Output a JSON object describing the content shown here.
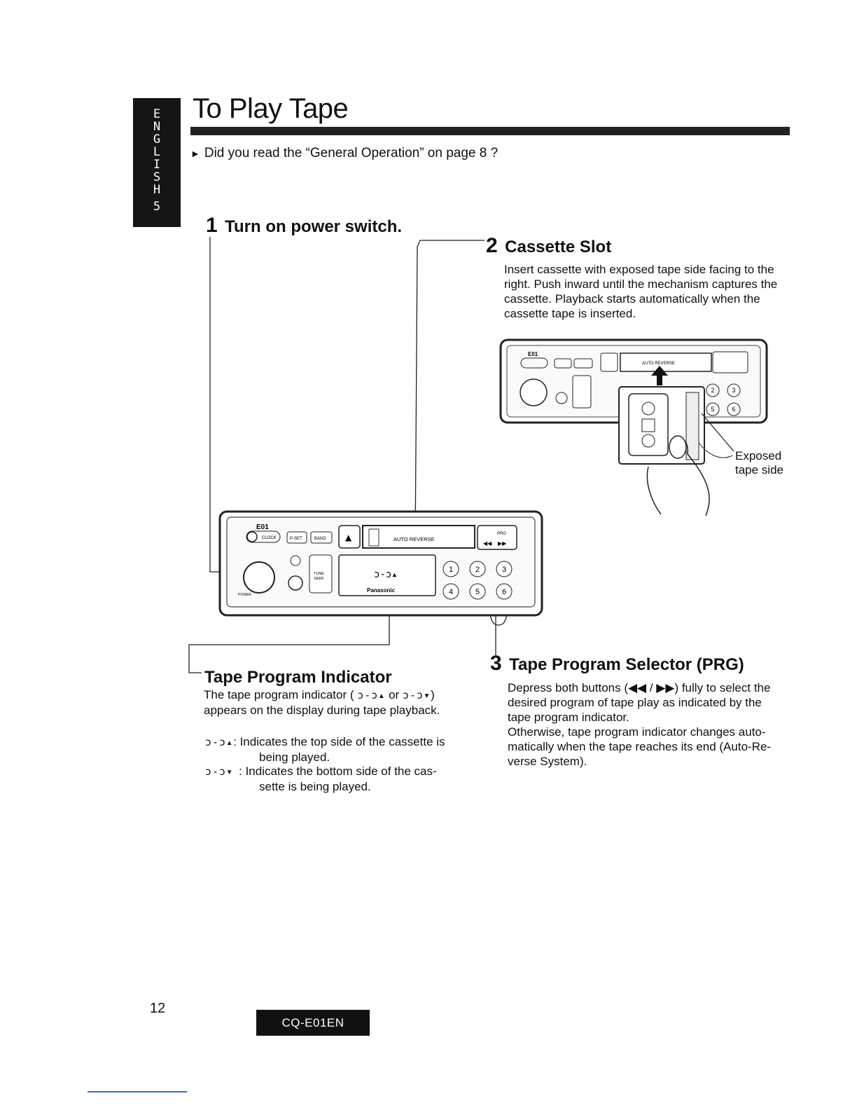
{
  "side_tab": {
    "letters": [
      "E",
      "N",
      "G",
      "L",
      "I",
      "S",
      "H"
    ],
    "number": "5"
  },
  "title": "To Play Tape",
  "intro": "Did you read the “General Operation” on page 8 ?",
  "step1": {
    "num": "1",
    "title": "Turn on power switch."
  },
  "step2": {
    "num": "2",
    "title": "Cassette Slot",
    "lines": [
      "Insert cassette with exposed tape side facing to the",
      "right.  Push inward until the mechanism captures the",
      "cassette.  Playback starts automatically when the",
      "cassette tape is inserted."
    ]
  },
  "step3": {
    "num": "3",
    "title": "Tape Program Selector (PRG)",
    "lines": [
      "Depress both buttons (◀◀ / ▶▶) fully to select the",
      "desired program of tape play as indicated by the",
      "tape program indicator.",
      "Otherwise, tape program indicator changes auto-",
      "matically when the tape reaches its end (Auto-Re-",
      "verse System)."
    ]
  },
  "indicator": {
    "title": "Tape Program Indicator",
    "line1_pre": "The tape program indicator (",
    "sym_up": "ɔ-ɔ▴",
    "or": "or",
    "sym_down": "ɔ-ɔ▾",
    "line1_post": ")",
    "line2": "appears on the display during tape playback.",
    "def1_a": ": Indicates the top side of the cassette is",
    "def1_b": "being played.",
    "def2_a": ": Indicates the bottom side of the cas-",
    "def2_b": "sette is being played."
  },
  "exposed_label": [
    "Exposed",
    "tape side"
  ],
  "device": {
    "model": "E01",
    "clock": "CLOCK",
    "pset": "P-SET",
    "band": "BAND",
    "auto_reverse": "AUTO REVERSE",
    "display": "ɔ-ɔ▴",
    "brand": "Panasonic",
    "tune_seek": [
      "TUNE",
      "SEEK"
    ],
    "prg": "PRG",
    "presets": [
      "1",
      "2",
      "3",
      "4",
      "5",
      "6"
    ],
    "power": "POWER"
  },
  "page_number": "12",
  "model_code": "CQ-E01EN"
}
